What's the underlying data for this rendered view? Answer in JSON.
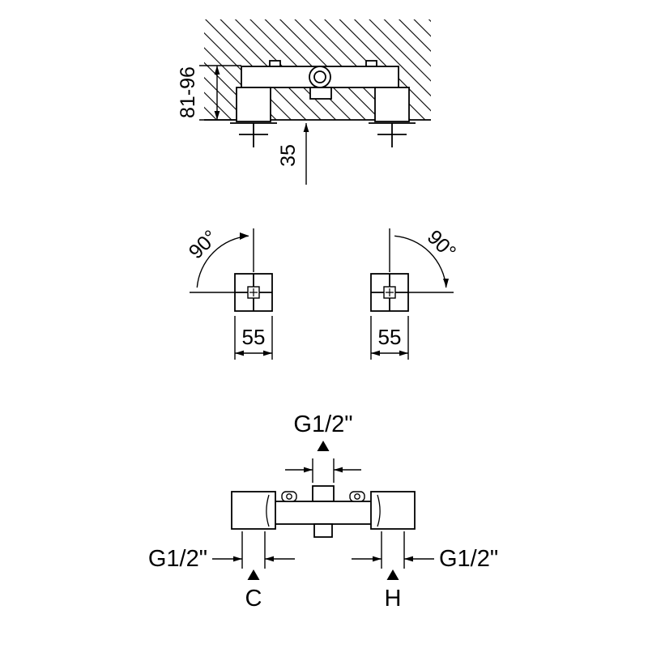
{
  "drawing": {
    "section_view": {
      "depth_range": "81-96",
      "protrusion": "35"
    },
    "handle_view": {
      "rotation_left": "90°",
      "rotation_right": "90°",
      "spacing_left": "55",
      "spacing_right": "55"
    },
    "front_view": {
      "top_connection": "G1/2\"",
      "left_connection": "G1/2\"",
      "right_connection": "G1/2\"",
      "cold_marker": "C",
      "hot_marker": "H"
    }
  },
  "colors": {
    "line": "#000000",
    "background": "#ffffff"
  }
}
